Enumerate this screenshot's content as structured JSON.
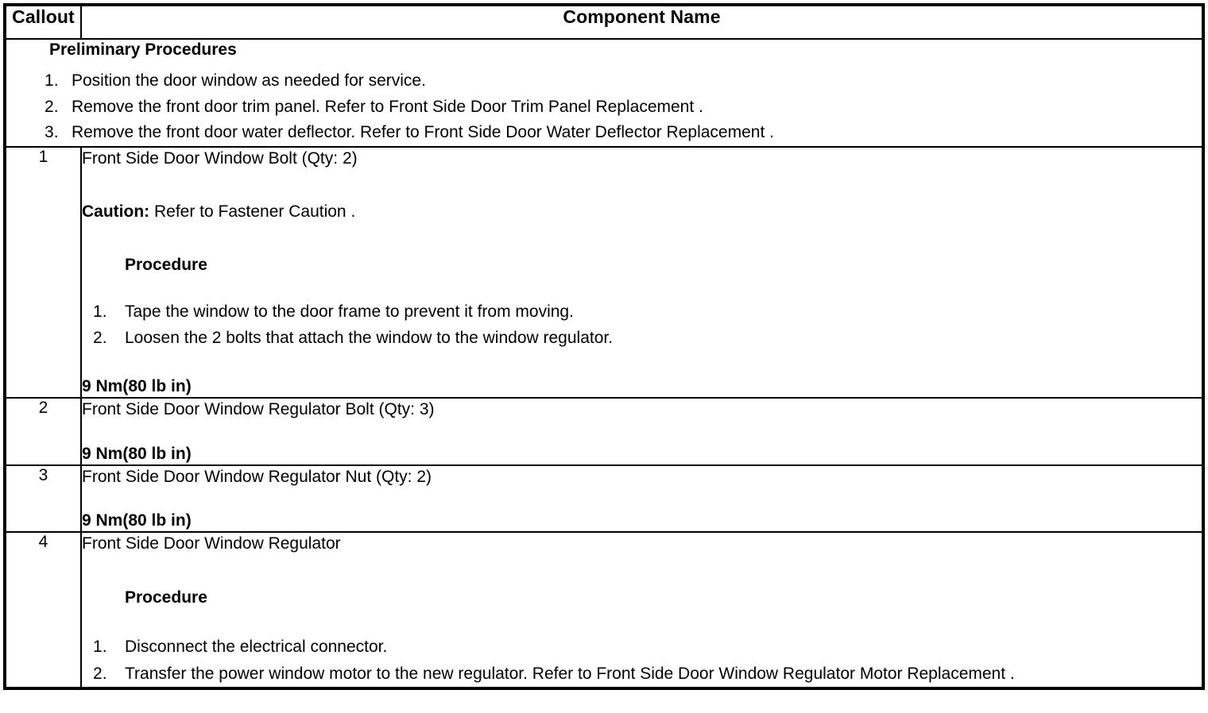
{
  "table": {
    "headers": {
      "callout": "Callout",
      "component_name": "Component Name"
    },
    "preliminary": {
      "title": "Preliminary Procedures",
      "steps": [
        "Position the door window as needed for service.",
        "Remove the front door trim panel. Refer to Front Side Door Trim Panel Replacement .",
        "Remove the front door water deflector. Refer to Front Side Door Water Deflector Replacement ."
      ]
    },
    "rows": [
      {
        "callout": "1",
        "component_name": "Front Side Door Window Bolt (Qty: 2)",
        "caution_label": "Caution:",
        "caution_text": " Refer to Fastener Caution .",
        "procedure_title": "Procedure",
        "procedure_steps": [
          "Tape the window to the door frame to prevent it from moving.",
          "Loosen the 2 bolts that attach the window to the window regulator."
        ],
        "torque": "9 Nm(80 lb in)"
      },
      {
        "callout": "2",
        "component_name": "Front Side Door Window Regulator Bolt (Qty: 3)",
        "torque": "9 Nm(80 lb in)"
      },
      {
        "callout": "3",
        "component_name": "Front Side Door Window Regulator Nut (Qty: 2)",
        "torque": "9 Nm(80 lb in)"
      },
      {
        "callout": "4",
        "component_name": "Front Side Door Window Regulator",
        "procedure_title": "Procedure",
        "procedure_steps": [
          "Disconnect the electrical connector.",
          "Transfer the power window motor to the new regulator. Refer to Front Side Door Window Regulator Motor Replacement ."
        ]
      }
    ]
  },
  "colors": {
    "border": "#000000",
    "text": "#000000",
    "background": "#ffffff"
  }
}
